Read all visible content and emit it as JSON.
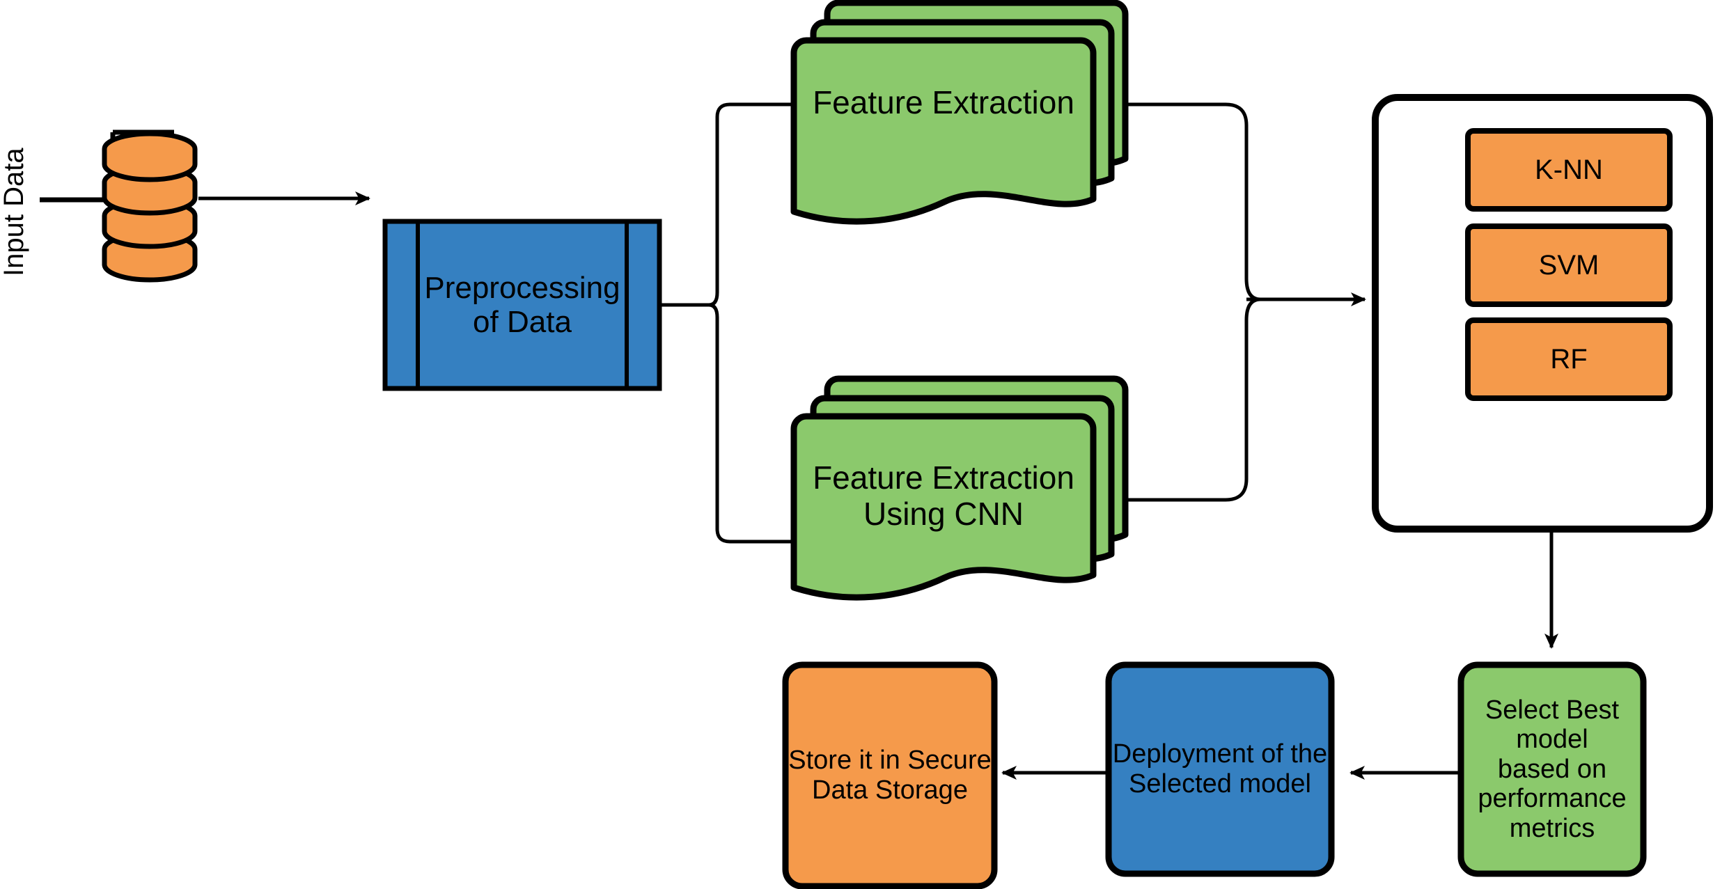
{
  "diagram": {
    "title": "Machine Learning Pipeline Flowchart",
    "background": "#ffffff",
    "stroke": "#000000",
    "colors": {
      "orange": "#F59A4B",
      "green": "#8BC96C",
      "blue": "#3580C1",
      "white": "#FFFFFF",
      "outline": "#000000"
    }
  },
  "nodes": {
    "input_data_label": {
      "text": "Input Data",
      "shape": "rotated-text",
      "font_size": 40
    },
    "database": {
      "text": "",
      "shape": "database-cylinder-stack",
      "stack_count": 4,
      "color": "#F59A4B"
    },
    "preprocessing": {
      "text": "Preprocessing\nof Data",
      "shape": "predefined-process",
      "color": "#3580C1",
      "font_size": 44
    },
    "feature_extraction": {
      "text": "Feature Extraction",
      "shape": "multi-document",
      "color": "#8BC96C",
      "font_size": 46
    },
    "feature_extraction_cnn": {
      "text": "Feature Extraction\nUsing CNN",
      "shape": "multi-document",
      "color": "#8BC96C",
      "font_size": 46
    },
    "classifier_group": {
      "text": "",
      "shape": "rounded-container",
      "color": "#FFFFFF"
    },
    "classifier_knn": {
      "text": "K-NN",
      "shape": "rounded-rect",
      "color": "#F59A4B",
      "font_size": 40
    },
    "classifier_svm": {
      "text": "SVM",
      "shape": "rounded-rect",
      "color": "#F59A4B",
      "font_size": 40
    },
    "classifier_rf": {
      "text": "RF",
      "shape": "rounded-rect",
      "color": "#F59A4B",
      "font_size": 40
    },
    "select_best_model": {
      "text": "Select Best model\nbased on\nperformance\nmetrics",
      "shape": "rounded-rect",
      "color": "#8BC96C",
      "font_size": 38
    },
    "deployment": {
      "text": "Deployment of the\nSelected model",
      "shape": "rounded-rect",
      "color": "#3580C1",
      "font_size": 38
    },
    "secure_storage": {
      "text": "Store it in Secure\nData Storage",
      "shape": "rounded-rect",
      "color": "#F59A4B",
      "font_size": 38
    }
  },
  "edges": [
    {
      "from": "input_data_label",
      "to": "database",
      "style": "bracket"
    },
    {
      "from": "database",
      "to": "preprocessing",
      "style": "arrow"
    },
    {
      "from": "preprocessing",
      "to": "feature_extraction",
      "style": "split-arrow"
    },
    {
      "from": "preprocessing",
      "to": "feature_extraction_cnn",
      "style": "split-arrow"
    },
    {
      "from": "feature_extraction",
      "to": "classifier_group",
      "style": "merge-arrow"
    },
    {
      "from": "feature_extraction_cnn",
      "to": "classifier_group",
      "style": "merge-arrow"
    },
    {
      "from": "classifier_group",
      "to": "select_best_model",
      "style": "arrow-down"
    },
    {
      "from": "select_best_model",
      "to": "deployment",
      "style": "arrow-left"
    },
    {
      "from": "deployment",
      "to": "secure_storage",
      "style": "arrow-left"
    }
  ]
}
